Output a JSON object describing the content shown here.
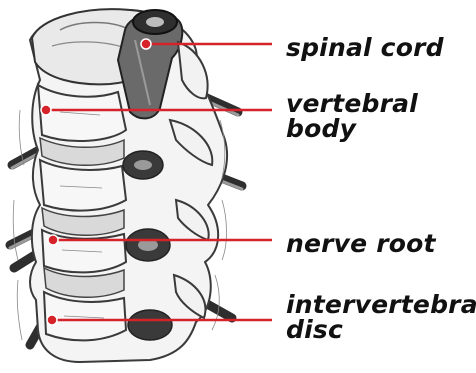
{
  "labels": {
    "spinal_cord": "spinal cord",
    "vertebral_body_line1": "vertebral",
    "vertebral_body_line2": "body",
    "nerve_root": "nerve root",
    "intervertebral_disc_line1": "intervertebral",
    "intervertebral_disc_line2": "disc"
  },
  "colors": {
    "leader_line": "#d6232a",
    "leader_dot": "#d6232a",
    "label_text": "#111111",
    "bone_fill": "#f4f4f4",
    "bone_stroke": "#3a3a3a",
    "shading": "#555555"
  }
}
